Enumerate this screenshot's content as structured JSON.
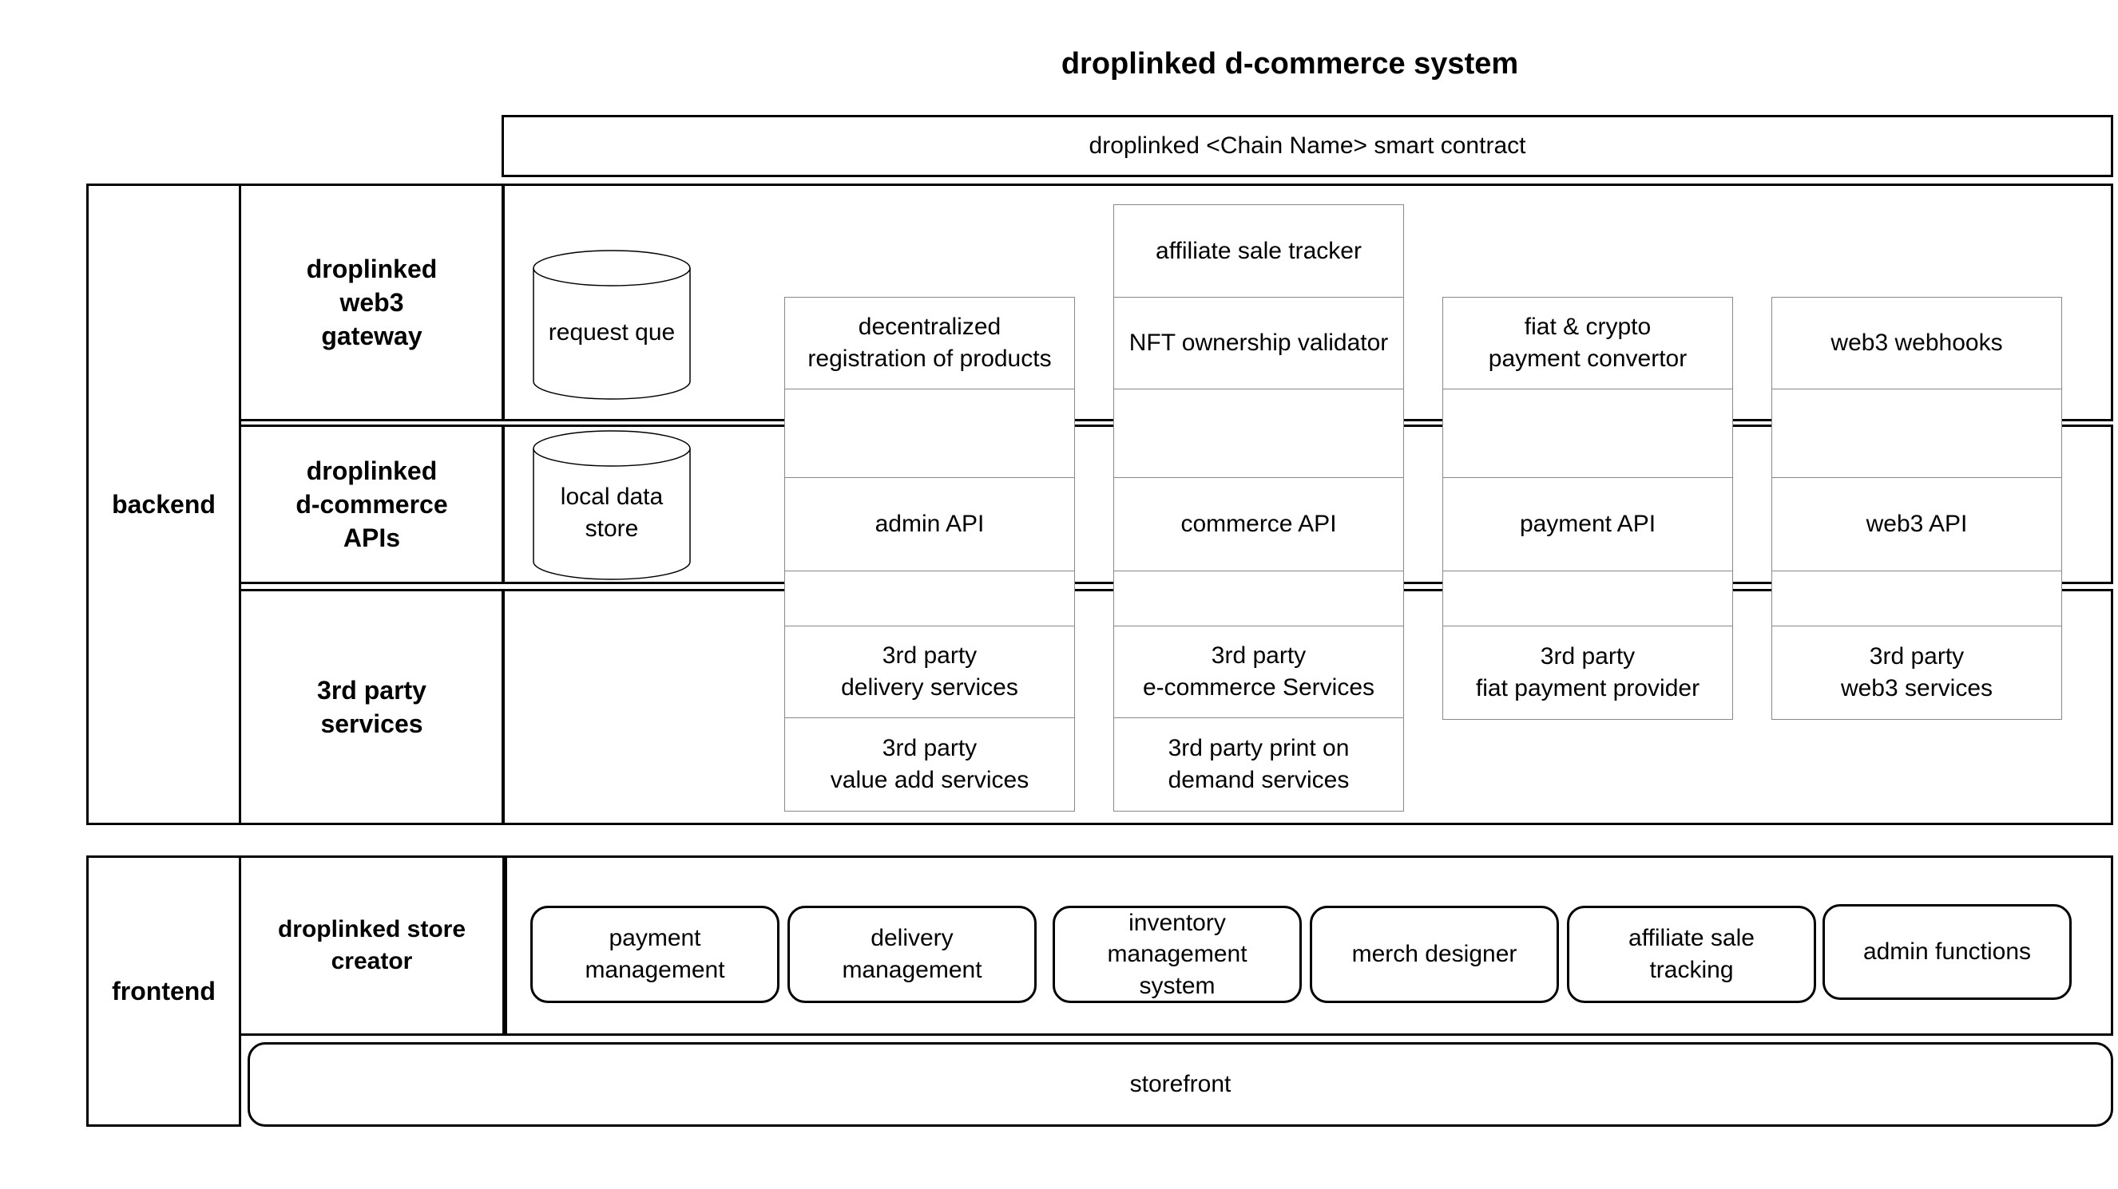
{
  "title": "droplinked d-commerce system",
  "smart_contract": "droplinked  <Chain Name> smart contract",
  "backend": {
    "label": "backend",
    "layers": {
      "gateway": "droplinked\nweb3\ngateway",
      "apis": "droplinked\nd-commerce\nAPIs",
      "third_party": "3rd party\nservices"
    },
    "stores": {
      "request_que": "request que",
      "local_data_store": "local data\nstore"
    },
    "columns": {
      "products": {
        "gateway": "decentralized\nregistration of products",
        "api": "admin API",
        "services": [
          "3rd party\ndelivery services",
          "3rd party\nvalue add services"
        ]
      },
      "commerce": {
        "top": "affiliate sale tracker",
        "gateway": "NFT ownership validator",
        "api": "commerce API",
        "services": [
          "3rd party\ne-commerce Services",
          "3rd party print on\ndemand services"
        ]
      },
      "payment": {
        "gateway": "fiat & crypto\npayment convertor",
        "api": "payment API",
        "services": [
          "3rd party\nfiat payment provider"
        ]
      },
      "web3": {
        "gateway": "web3 webhooks",
        "api": "web3 API",
        "services": [
          "3rd party\nweb3 services"
        ]
      }
    }
  },
  "frontend": {
    "label": "frontend",
    "store_creator": "droplinked store\ncreator",
    "modules": [
      "payment\nmanagement",
      "delivery\nmanagement",
      "inventory\nmanagement\nsystem",
      "merch designer",
      "affiliate sale\ntracking",
      "admin functions"
    ],
    "storefront": "storefront"
  }
}
